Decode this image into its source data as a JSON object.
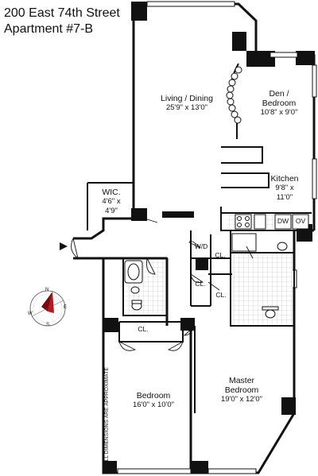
{
  "header": {
    "address": "200 East 74th Street",
    "unit": "Apartment #7-B"
  },
  "rooms": {
    "living": {
      "name": "Living / Dining",
      "dims": "25'9\" x 13'0\""
    },
    "den": {
      "name_1": "Den /",
      "name_2": "Bedroom",
      "dims": "10'8\" x 9'0\""
    },
    "kitchen": {
      "name": "Kitchen",
      "dims_1": "9'8\" x",
      "dims_2": "11'0\""
    },
    "wic": {
      "name": "WIC.",
      "dims_1": "4'6\" x",
      "dims_2": "4'9\""
    },
    "master": {
      "name_1": "Master",
      "name_2": "Bedroom",
      "dims": "19'0\" x 12'0\""
    },
    "bedroom": {
      "name": "Bedroom",
      "dims": "16'0\" x 10'0\""
    }
  },
  "fixtures": {
    "dw": "DW",
    "ov": "OV",
    "wd": "W/D",
    "closet": "CL."
  },
  "compass": {
    "n": "N",
    "e": "E",
    "s": "S",
    "w": "W"
  },
  "note": "ALL DIMENSIONS ARE APPROXIMATE",
  "colors": {
    "wall": "#111111",
    "tile": "#cccccc",
    "compass_red": "#c0141c"
  }
}
